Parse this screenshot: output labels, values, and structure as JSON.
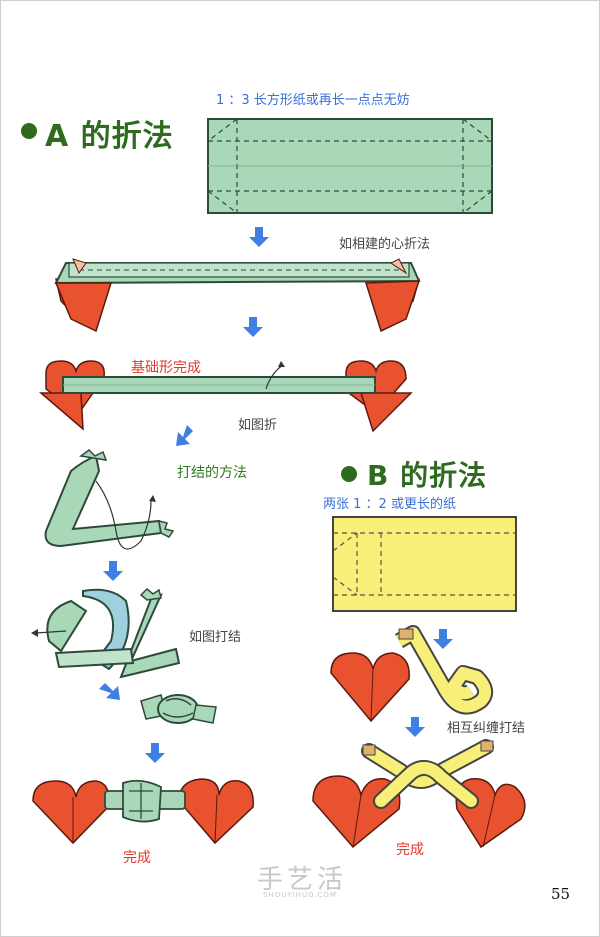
{
  "section_a": {
    "title": "A 的折法",
    "ratio_note": "1 ：3 长方形纸或再长一点点无妨",
    "step_heart_note": "如相建的心折法",
    "base_done": "基础形完成",
    "fold_as_shown": "如图折",
    "knot_method": "打结的方法",
    "tie_as_shown": "如图打结",
    "done": "完成"
  },
  "section_b": {
    "title": "B 的折法",
    "paper_note": "两张 1 ：2 或更长的纸",
    "intertwine_note": "相互纠缠打结",
    "done": "完成"
  },
  "footer": {
    "page_number": "55",
    "watermark": "手艺活",
    "watermark_url": "SHOUYIHUO.COM"
  },
  "colors": {
    "title_green": "#2f6b1e",
    "paper_green": "#a9d8b8",
    "heart_red": "#e9522f",
    "paper_yellow": "#f7ef78",
    "arrow_blue": "#3f7ee3"
  }
}
